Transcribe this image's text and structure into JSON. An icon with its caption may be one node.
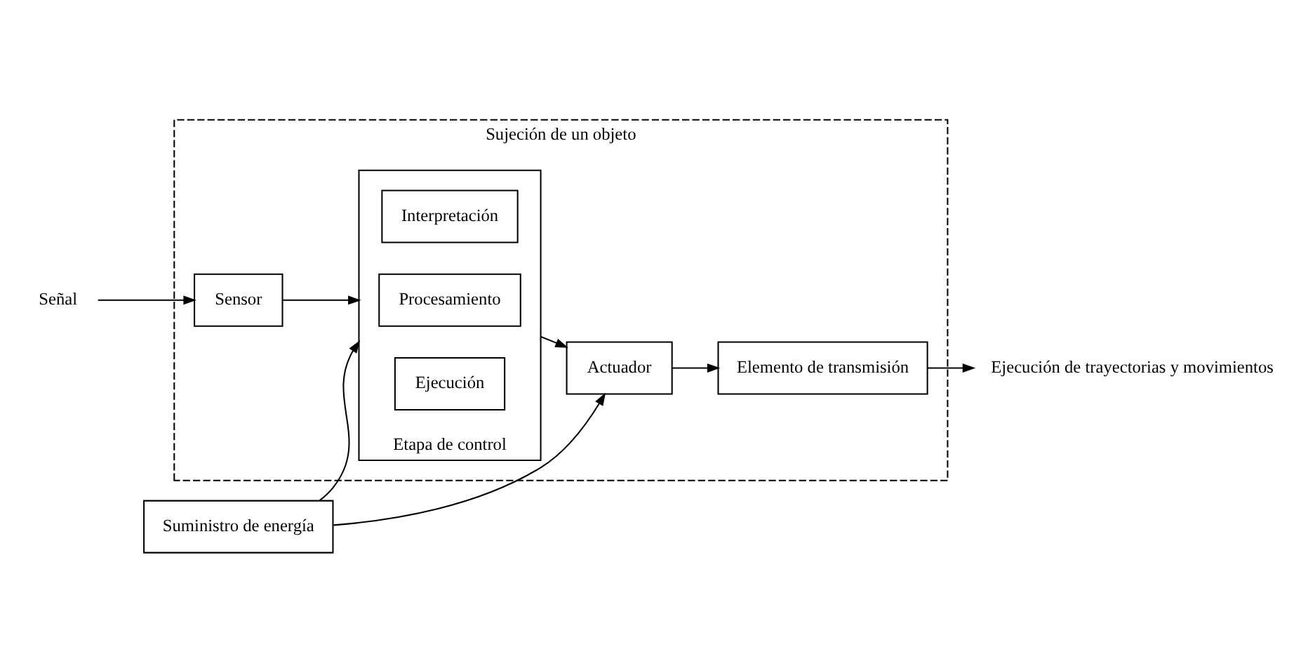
{
  "diagram": {
    "nodes": [
      {
        "text": [
          "Sujeción de un objeto"
        ]
      },
      {
        "text": [
          "Suministro de energía"
        ]
      },
      {
        "text": [
          "Señal"
        ]
      },
      {
        "text": [
          "Sensor"
        ],
        "in": 0
      },
      {
        "text": [
          "Etapa de control"
        ],
        "in": 0
      },
      {
        "text": [
          "Interpretación"
        ],
        "in": 4
      },
      {
        "text": [
          "Procesamiento"
        ],
        "in": 4
      },
      {
        "text": [
          "Ejecución"
        ],
        "in": 4
      },
      {
        "text": [
          "Actuador"
        ],
        "in": 0
      },
      {
        "text": [
          "Elemento de transmisión"
        ],
        "in": 0
      },
      {
        "text": [
          "Ejecución de trayectorias y movimientos"
        ]
      }
    ],
    "edges": [
      {
        "from": 2,
        "to": 3,
        "arrow": "to"
      },
      {
        "from": 3,
        "to": 4,
        "arrow": "to"
      },
      {
        "from": 4,
        "to": 8,
        "arrow": "to"
      },
      {
        "from": 8,
        "to": 9,
        "arrow": "to"
      },
      {
        "from": 9,
        "to": 10,
        "arrow": "to"
      },
      {
        "from": 1,
        "to": 4,
        "arrow": "to"
      },
      {
        "from": 1,
        "to": 8,
        "arrow": "to"
      }
    ]
  }
}
